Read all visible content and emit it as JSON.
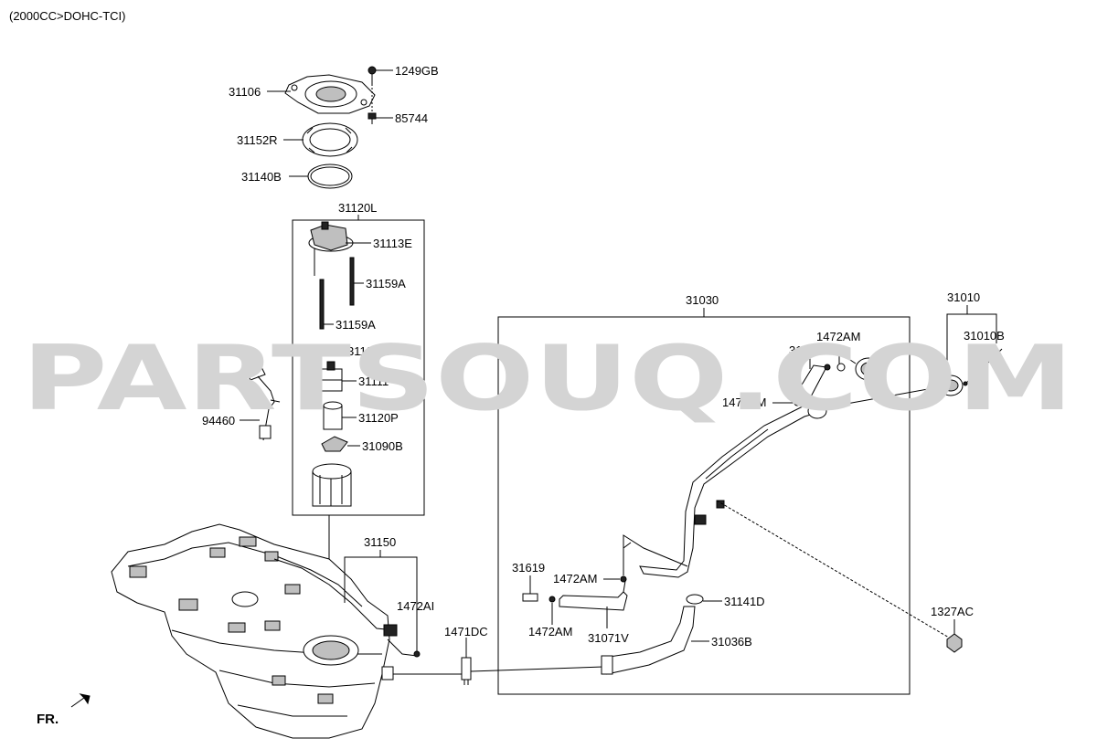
{
  "header": {
    "engine_spec": "(2000CC>DOHC-TCI)"
  },
  "watermark": "PARTSOUQ.COM",
  "orientation": {
    "label": "FR."
  },
  "part_labels": {
    "p1249GB": "1249GB",
    "p31106": "31106",
    "p85744": "85744",
    "p31152R": "31152R",
    "p31140B": "31140B",
    "p31120L": "31120L",
    "p31113E": "31113E",
    "p31159A_1": "31159A",
    "p31159A_2": "31159A",
    "p31123M": "31123M",
    "p31111": "31111",
    "p31120P": "31120P",
    "p31090B": "31090B",
    "p94460": "94460",
    "p31150": "31150",
    "p1472AI": "1472AI",
    "p1471DC": "1471DC",
    "p31030": "31030",
    "p31010": "31010",
    "p31010B": "31010B",
    "p1472AM_1": "1472AM",
    "p31071H": "31071H",
    "p1472AM_2": "1472AM",
    "p31619": "31619",
    "p1472AM_3": "1472AM",
    "p1472AM_4": "1472AM",
    "p31071V": "31071V",
    "p31141D": "31141D",
    "p31036B": "31036B",
    "p1327AC": "1327AC"
  },
  "colors": {
    "watermark": "#d4d4d4",
    "line": "#000000",
    "background": "#ffffff"
  }
}
